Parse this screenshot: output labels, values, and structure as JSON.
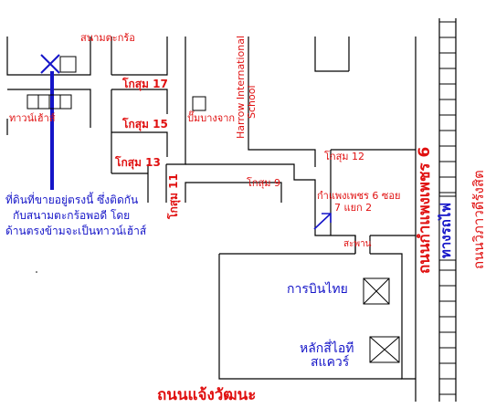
{
  "map": {
    "colors": {
      "roads": "#000000",
      "labels_red": "#e01010",
      "labels_blue": "#1515c8",
      "railway_fill": "#1515c8"
    },
    "labels": {
      "sanam_tagro": "สนามตะกร้อ",
      "soi_17": "โกสุม 17",
      "soi_15": "โกสุม 15",
      "soi_13": "โกสุม 13",
      "soi_11": "โกสุม 11",
      "soi_9": "โกสุม 9",
      "soi_12": "โกสุม 12",
      "harrow_line1": "Harrow International",
      "harrow_line2": "School",
      "pump": "ปั๊มบางจาก",
      "tao_wen_khao": "ทาวน์เฮ้าส์",
      "kamphaeng_phet_soi": "กำแพงเพชร 6 ซอย",
      "yaek": "7 แยก 2",
      "saphan": "สะพาน",
      "thai_airways": "การบินไทย",
      "laksi_square_line1": "หลักสี่ไอที",
      "laksi_square_line2": "สแควร์",
      "chaeng_watthana": "ถนนแจ้งวัฒนะ",
      "kamphaeng_phet_road": "ถนนกำแพงเพชร 6",
      "railway": "ทางรถไฟ",
      "vibhavadi": "ถนนวิภาวดีรังสิต",
      "land_note_line1": "ที่ดินที่ขายอยู่ตรงนี้ ซึ่งติดกัน",
      "land_note_line2": "กับสนามตะกร้อพอดี โดย",
      "land_note_line3": "ด้านตรงข้ามจะเป็นทาวน์เฮ้าส์"
    }
  }
}
